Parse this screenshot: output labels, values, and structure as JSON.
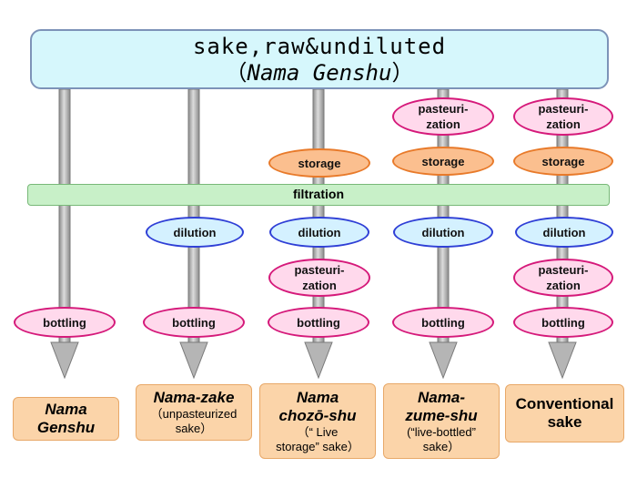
{
  "top": {
    "title": "sake,raw&undiluted",
    "subtitle_open": "（",
    "subtitle_name": "Nama Genshu",
    "subtitle_close": "）"
  },
  "filtration_label": "filtration",
  "steps": {
    "storage": "storage",
    "dilution": "dilution",
    "pasteurization_line1": "pasteuri-",
    "pasteurization_line2": "zation",
    "bottling": "bottling"
  },
  "results": [
    {
      "line1": "Nama",
      "line2": "Genshu"
    },
    {
      "line1": "Nama-zake",
      "sub1": "（unpasteurized",
      "sub2": "sake）"
    },
    {
      "line1": "Nama",
      "line2": "chozō-shu",
      "sub1": "（“ Live",
      "sub2": "storage” sake）"
    },
    {
      "line1": "Nama-",
      "line2": "zume-shu",
      "sub1": "(“live-bottled”",
      "sub2": "sake）"
    },
    {
      "line1": "Conventional",
      "line2": "sake"
    }
  ],
  "colors": {
    "pink_border": "#d5197a",
    "blue_border": "#2f3fd6",
    "orange_border": "#e87a2a",
    "filtration_fill": "#c8f0c8",
    "top_fill": "#d6f7fc",
    "result_fill": "#fbd4a9"
  }
}
